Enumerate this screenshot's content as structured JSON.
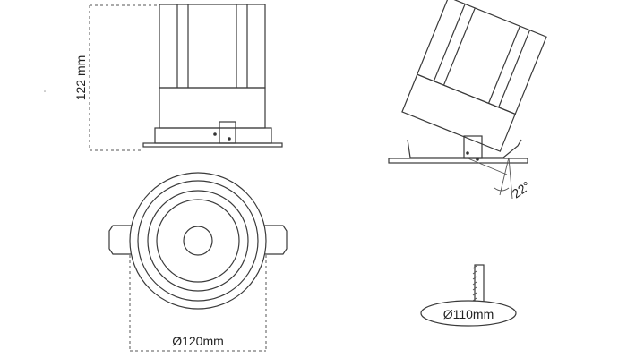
{
  "dimensions": {
    "height": "122 mm",
    "diameter": "Ø120mm",
    "tilt_angle": "22°",
    "cutout": "Ø110mm"
  }
}
